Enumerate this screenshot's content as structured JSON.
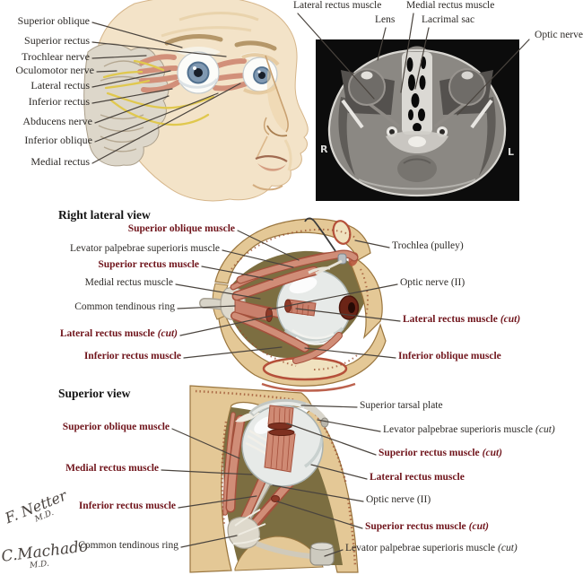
{
  "palette": {
    "label_red": "#70151c",
    "label_black": "#2d2a27",
    "leader_line": "#4a443e",
    "bone": "#e4c896",
    "muscle": "#d08d77",
    "nerve_yellow": "#e0c84e",
    "sinus_red": "#b5503a"
  },
  "face_panel": {
    "labels": [
      {
        "text": "Superior oblique"
      },
      {
        "text": "Superior rectus"
      },
      {
        "text": "Trochlear nerve"
      },
      {
        "text": "Oculomotor nerve"
      },
      {
        "text": "Lateral rectus"
      },
      {
        "text": "Inferior rectus"
      },
      {
        "text": "Abducens nerve"
      },
      {
        "text": "Inferior oblique"
      },
      {
        "text": "Medial rectus"
      }
    ]
  },
  "ct_panel": {
    "labels": [
      {
        "text": "Lateral rectus muscle"
      },
      {
        "text": "Lens"
      },
      {
        "text": "Medial rectus muscle"
      },
      {
        "text": "Lacrimal sac"
      },
      {
        "text": "Optic nerve"
      }
    ],
    "marker_right": "R",
    "marker_left": "L"
  },
  "lateral_view": {
    "title": "Right lateral view",
    "labels": [
      {
        "text": "Superior oblique muscle",
        "emphasis": true
      },
      {
        "text": "Levator palpebrae superioris muscle"
      },
      {
        "text": "Superior rectus muscle",
        "emphasis": true
      },
      {
        "text": "Medial rectus muscle"
      },
      {
        "text": "Common tendinous ring"
      },
      {
        "text": "Lateral rectus muscle",
        "suffix": "(cut)",
        "emphasis": true
      },
      {
        "text": "Inferior rectus muscle",
        "emphasis": true
      },
      {
        "text": "Trochlea (pulley)"
      },
      {
        "text": "Optic nerve (II)"
      },
      {
        "text": "Lateral rectus muscle",
        "suffix": "(cut)",
        "emphasis": true
      },
      {
        "text": "Inferior oblique muscle",
        "emphasis": true
      }
    ]
  },
  "superior_view": {
    "title": "Superior view",
    "labels": [
      {
        "text": "Superior oblique muscle",
        "emphasis": true
      },
      {
        "text": "Medial rectus muscle",
        "emphasis": true
      },
      {
        "text": "Inferior rectus muscle",
        "emphasis": true
      },
      {
        "text": "Common tendinous ring"
      },
      {
        "text": "Superior tarsal plate"
      },
      {
        "text": "Levator palpebrae superioris muscle",
        "suffix": "(cut)"
      },
      {
        "text": "Superior rectus muscle",
        "suffix": "(cut)",
        "emphasis": true
      },
      {
        "text": "Lateral rectus muscle",
        "emphasis": true
      },
      {
        "text": "Optic nerve (II)"
      },
      {
        "text": "Superior rectus muscle",
        "suffix": "(cut)",
        "emphasis": true
      },
      {
        "text": "Levator palpebrae superioris muscle",
        "suffix": "(cut)"
      }
    ]
  },
  "signatures": {
    "netter_name": "F. Netter",
    "netter_cred": "M.D.",
    "machado_name": "C.Machado",
    "machado_cred": "M.D."
  }
}
